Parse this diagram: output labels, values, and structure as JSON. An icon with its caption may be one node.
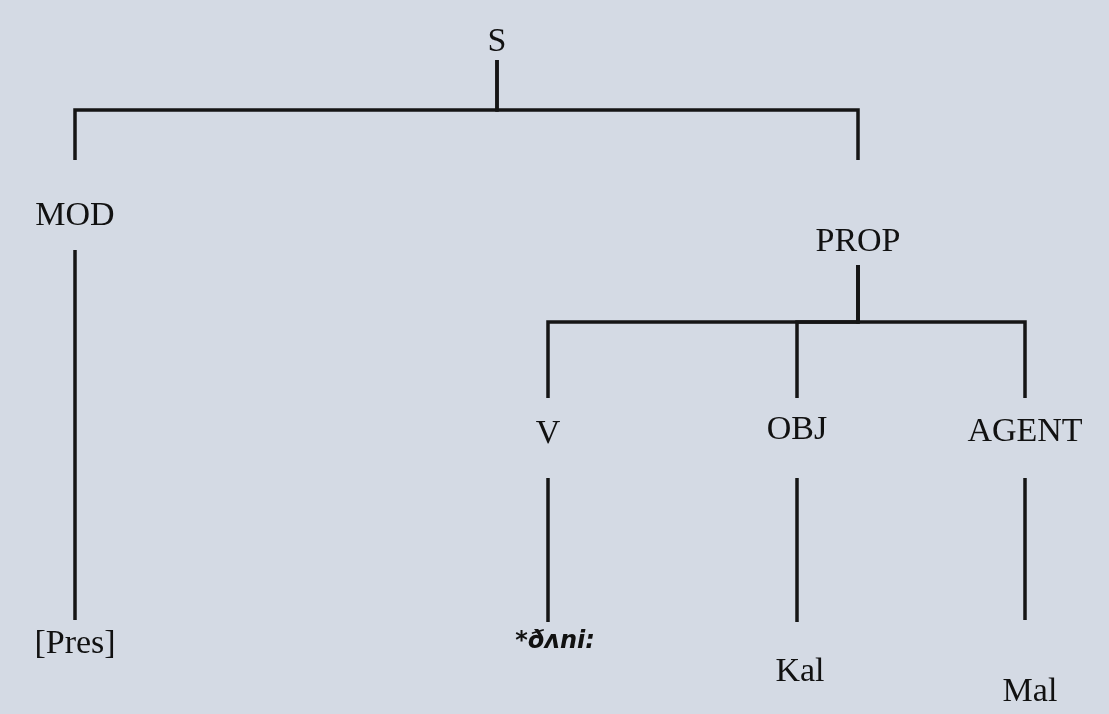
{
  "diagram": {
    "nodes": [
      {
        "text": [
          "S"
        ]
      },
      {
        "text": [
          "MOD"
        ]
      },
      {
        "text": [
          "PROP"
        ]
      },
      {
        "text": [
          "[Pres]"
        ]
      },
      {
        "text": [
          "V"
        ]
      },
      {
        "text": [
          "OBJ"
        ]
      },
      {
        "text": [
          "AGENT"
        ]
      },
      {
        "text": [
          "*ðʌni:"
        ]
      },
      {
        "text": [
          "Kal"
        ]
      },
      {
        "text": [
          "Mal"
        ]
      }
    ],
    "edges": [
      {
        "from": 0,
        "to": 1,
        "arrow": "none"
      },
      {
        "from": 0,
        "to": 2,
        "arrow": "none"
      },
      {
        "from": 1,
        "to": 3,
        "arrow": "none"
      },
      {
        "from": 2,
        "to": 4,
        "arrow": "none"
      },
      {
        "from": 2,
        "to": 5,
        "arrow": "none"
      },
      {
        "from": 2,
        "to": 6,
        "arrow": "none"
      },
      {
        "from": 4,
        "to": 7,
        "arrow": "none"
      },
      {
        "from": 5,
        "to": 8,
        "arrow": "none"
      },
      {
        "from": 6,
        "to": 9,
        "arrow": "none"
      }
    ]
  }
}
